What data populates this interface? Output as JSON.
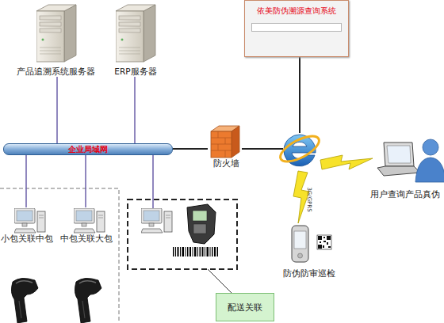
{
  "diagram": {
    "nodes": [
      {
        "text": [
          "产品追溯系统服务器"
        ]
      },
      {
        "text": [
          "ERP服务器"
        ]
      },
      {
        "text": [
          "企业局域网"
        ]
      },
      {
        "text": [
          "防火墙"
        ]
      },
      {
        "text": [
          "依美防伪溯源查询系统"
        ]
      },
      {
        "text": [
          "用户查询产品真伪"
        ]
      },
      {
        "text": [
          "防伪防审巡检"
        ]
      },
      {
        "text": [
          "小包关联中包"
        ]
      },
      {
        "text": [
          "中包关联大包"
        ]
      },
      {
        "text": [
          "配送关联"
        ]
      }
    ],
    "edges": [
      {
        "from": 0,
        "to": 2,
        "arrow": "none"
      },
      {
        "from": 1,
        "to": 2,
        "arrow": "none"
      },
      {
        "from": 2,
        "to": 3,
        "arrow": "none"
      },
      {
        "from": 2,
        "to": 7,
        "arrow": "none"
      },
      {
        "from": 2,
        "to": 8,
        "arrow": "none"
      }
    ],
    "labels": [
      "3G/GPRS"
    ]
  }
}
